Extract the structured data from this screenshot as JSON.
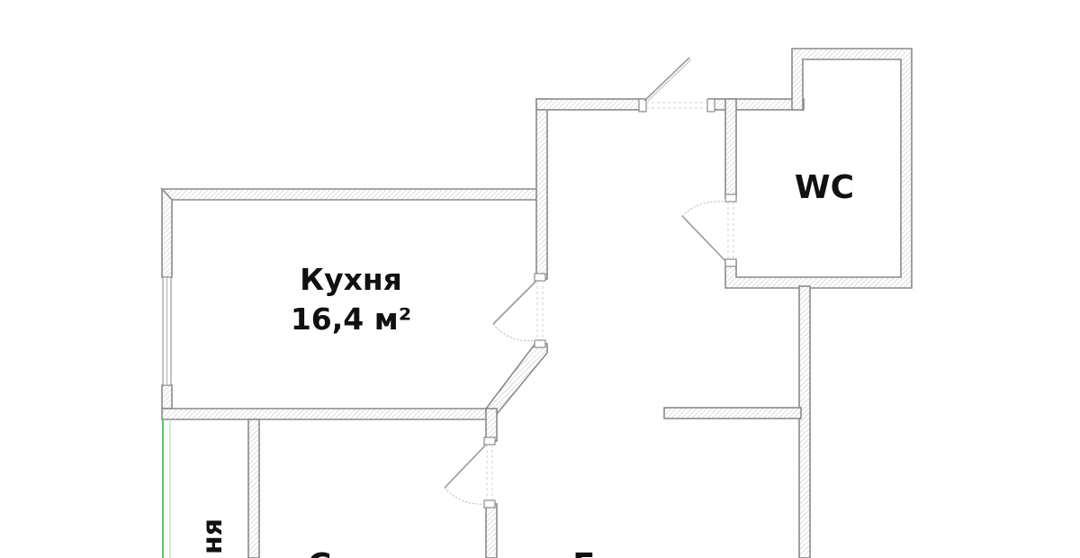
{
  "plan": {
    "rooms": [
      {
        "id": "kitchen",
        "name": "Кухня",
        "area": "16,4 м²"
      },
      {
        "id": "wc",
        "name": "WC"
      },
      {
        "id": "left-room",
        "name": "Столня"
      },
      {
        "id": "hall",
        "name": "Гостиная"
      },
      {
        "id": "narrow-room",
        "name": "ня"
      }
    ],
    "colors": {
      "wall_stroke": "#8a8a8a",
      "hatch": "#c8c8c8",
      "label": "#111111",
      "balcony_line": "#5cc46e"
    }
  }
}
